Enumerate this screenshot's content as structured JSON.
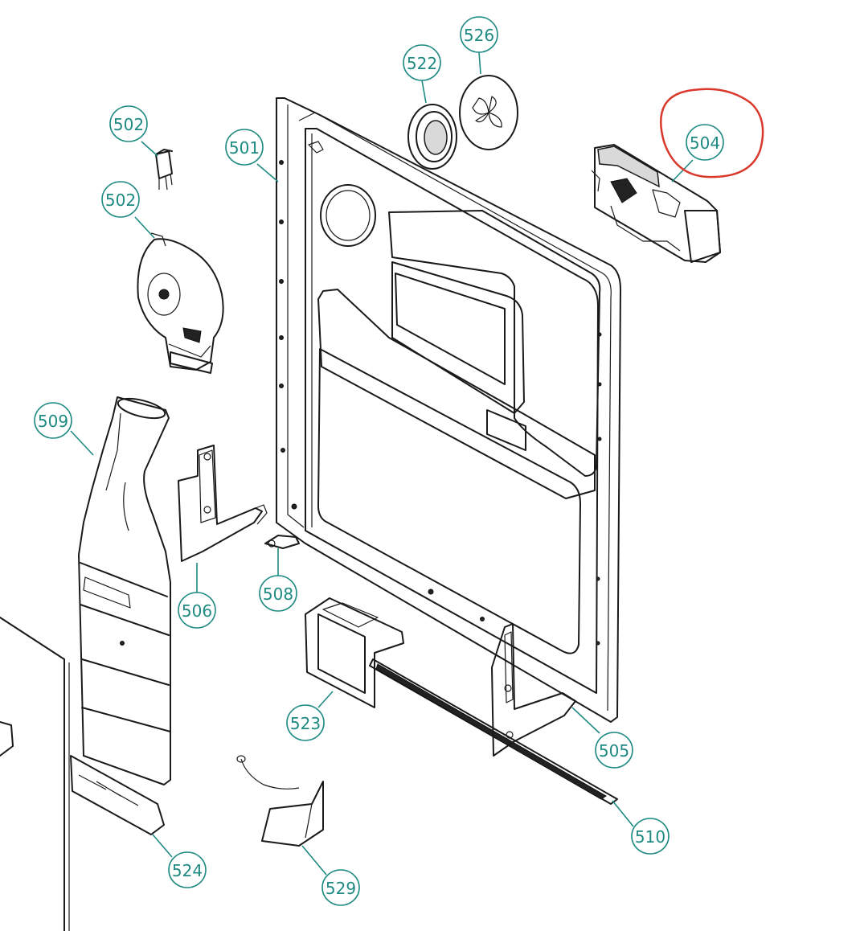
{
  "colors": {
    "callout": "#1e8a82",
    "highlight": "#d9382b",
    "line": "#1a1a1a"
  },
  "callouts": [
    {
      "id": "c501",
      "label": "501"
    },
    {
      "id": "c502a",
      "label": "502"
    },
    {
      "id": "c502b",
      "label": "502"
    },
    {
      "id": "c504",
      "label": "504"
    },
    {
      "id": "c505",
      "label": "505"
    },
    {
      "id": "c506",
      "label": "506"
    },
    {
      "id": "c508",
      "label": "508"
    },
    {
      "id": "c509",
      "label": "509"
    },
    {
      "id": "c510",
      "label": "510"
    },
    {
      "id": "c522",
      "label": "522"
    },
    {
      "id": "c523",
      "label": "523"
    },
    {
      "id": "c524",
      "label": "524"
    },
    {
      "id": "c526",
      "label": "526"
    },
    {
      "id": "c529",
      "label": "529"
    }
  ],
  "highlighted_part": "504"
}
